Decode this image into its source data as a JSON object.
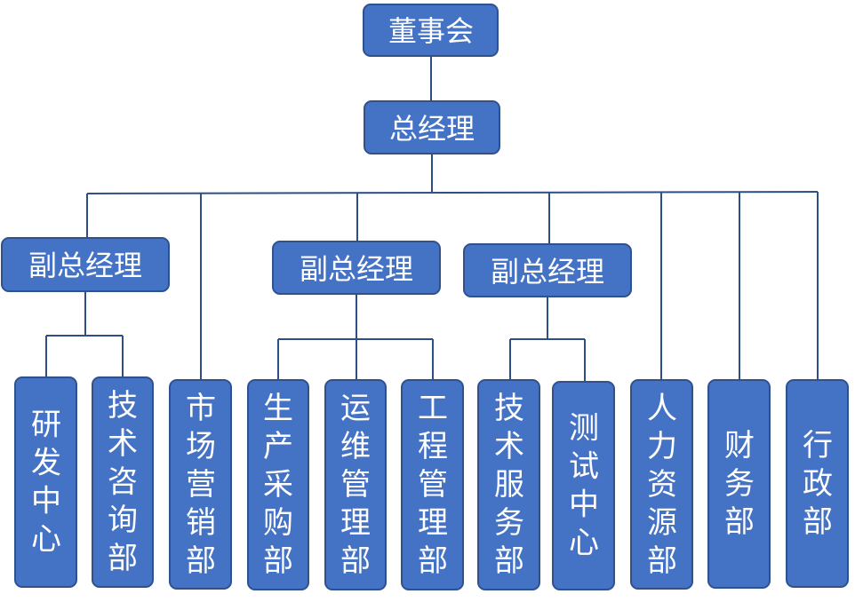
{
  "org_chart": {
    "board": "董事会",
    "general_manager": "总经理",
    "deputy_managers": [
      {
        "label": "副总经理",
        "departments": [
          "研发中心",
          "技术咨询部"
        ]
      },
      {
        "label": "副总经理",
        "departments": [
          "生产采购部",
          "运维管理部",
          "工程管理部"
        ]
      },
      {
        "label": "副总经理",
        "departments": [
          "技术服务部",
          "测试中心"
        ]
      }
    ],
    "direct_departments": [
      "市场营销部",
      "人力资源部",
      "财务部",
      "行政部"
    ]
  },
  "colors": {
    "box_fill": "#4472c4",
    "box_border": "#2f528f",
    "connector": "#2e4e86",
    "text": "#ffffff"
  }
}
